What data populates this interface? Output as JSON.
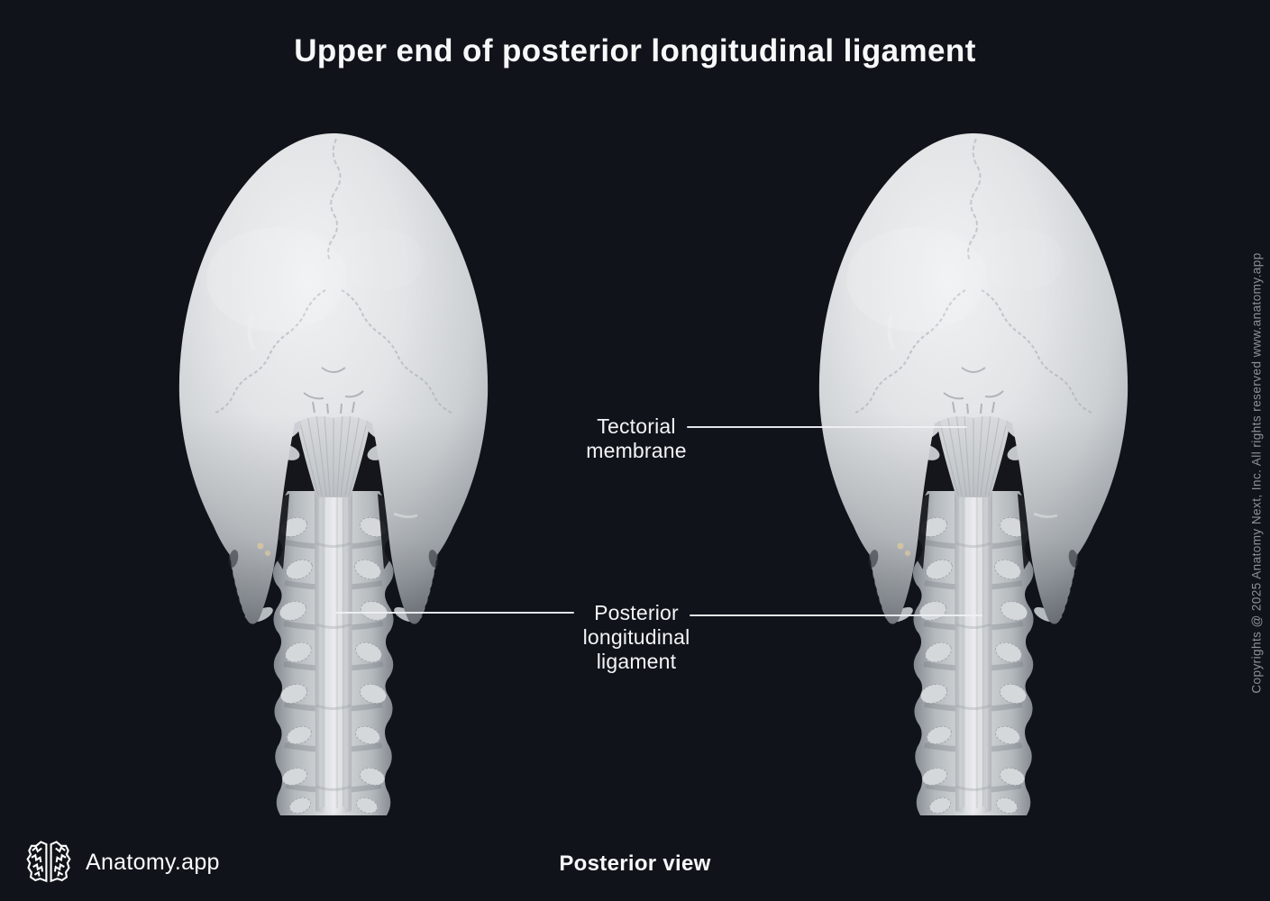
{
  "title": "Upper end of posterior longitudinal ligament",
  "labels": {
    "tectorial": {
      "line1": "Tectorial",
      "line2": "membrane"
    },
    "pll": {
      "line1": "Posterior",
      "line2": "longitudinal",
      "line3": "ligament"
    }
  },
  "footer": {
    "brand": "Anatomy.app",
    "caption": "Posterior view"
  },
  "sidebar": {
    "copyright": "Copyrights @ 2025 Anatomy Next, Inc. All rights reserved www.anatomy.app"
  },
  "figures": {
    "left": "skull-and-cervical-spine-posterior",
    "right": "skull-and-cervical-spine-posterior-with-tectorial-membrane"
  },
  "colors": {
    "background": "#10141a",
    "title_text": "#f7f8fa",
    "label_text": "#f2f4f6",
    "muted_text": "#8d9197",
    "leader_line": "#eef0f3",
    "bone_light": "#eef0f1",
    "bone_mid": "#c9cdd1",
    "bone_shadow": "#9aa0a6"
  }
}
